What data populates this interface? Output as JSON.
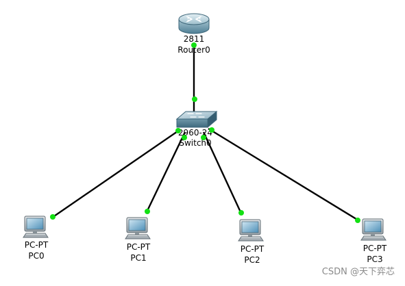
{
  "colors": {
    "link": "#000000",
    "port_up": "#13e013",
    "label": "#000000",
    "watermark": "#8a8a8a"
  },
  "devices": {
    "router": {
      "model": "2811",
      "name": "Router0",
      "icon": "router-icon"
    },
    "switch": {
      "model": "2960-24",
      "name": "Switch0",
      "icon": "switch-icon"
    },
    "pcs": [
      {
        "model": "PC-PT",
        "name": "PC0",
        "icon": "pc-icon"
      },
      {
        "model": "PC-PT",
        "name": "PC1",
        "icon": "pc-icon"
      },
      {
        "model": "PC-PT",
        "name": "PC2",
        "icon": "pc-icon"
      },
      {
        "model": "PC-PT",
        "name": "PC3",
        "icon": "pc-icon"
      }
    ]
  },
  "links": [
    {
      "from": "Router0",
      "to": "Switch0",
      "status": "up"
    },
    {
      "from": "Switch0",
      "to": "PC0",
      "status": "up"
    },
    {
      "from": "Switch0",
      "to": "PC1",
      "status": "up"
    },
    {
      "from": "Switch0",
      "to": "PC2",
      "status": "up"
    },
    {
      "from": "Switch0",
      "to": "PC3",
      "status": "up"
    }
  ],
  "watermark": "CSDN @天下弈芯"
}
